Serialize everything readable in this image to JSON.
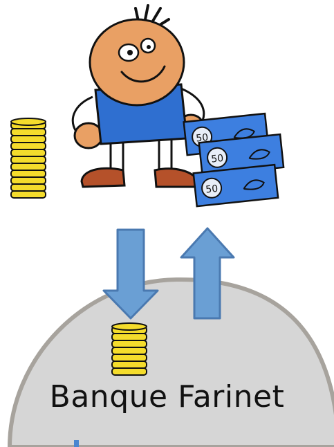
{
  "bank": {
    "name": "Banque Farinet",
    "fill_color": "#d6d6d6",
    "stroke_color": "#a7a39d"
  },
  "banknotes": {
    "denomination": "50",
    "count": 3,
    "color": "#3d7fe0"
  },
  "arrows": {
    "down_label": "",
    "up_label": "",
    "color": "#6a9fd4"
  },
  "character": {
    "shirt_color": "#2f6fd0",
    "skin_color": "#e9a064",
    "shoe_color": "#b5512a"
  },
  "coins": {
    "color": "#f4dc2c"
  }
}
